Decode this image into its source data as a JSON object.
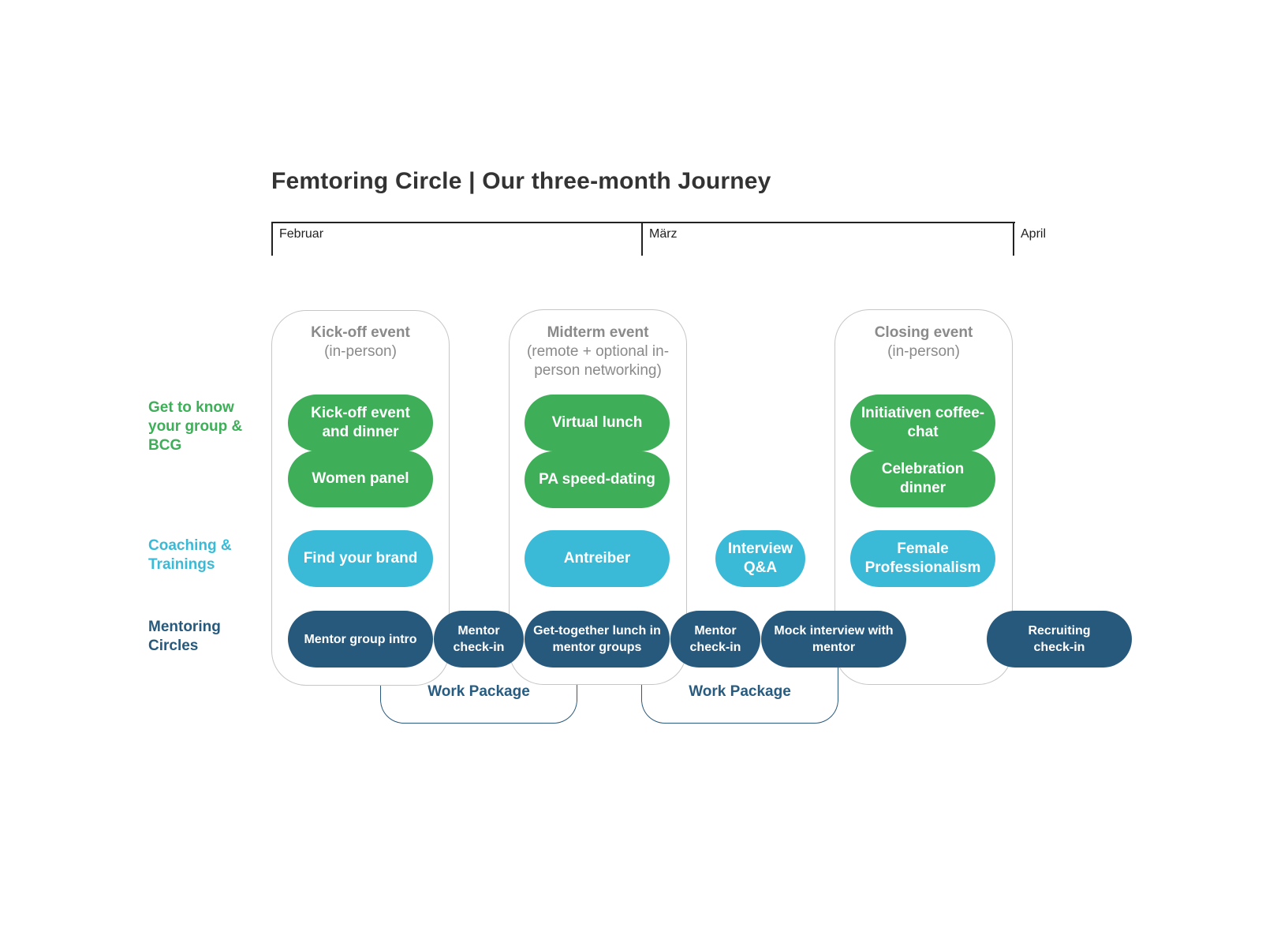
{
  "title": "Femtoring Circle | Our three-month Journey",
  "timeline": {
    "months": [
      "Februar",
      "März",
      "April"
    ]
  },
  "categories": {
    "get_to_know": "Get to know your group & BCG",
    "coaching": "Coaching & Trainings",
    "mentoring": "Mentoring Circles"
  },
  "events": {
    "kickoff": {
      "title": "Kick-off event",
      "subtitle": "(in-person)"
    },
    "midterm": {
      "title": "Midterm event",
      "subtitle": "(remote + optional in-person networking)"
    },
    "closing": {
      "title": "Closing event",
      "subtitle": "(in-person)"
    }
  },
  "work_packages": [
    "Work Package",
    "Work Package"
  ],
  "activities": {
    "kickoff_dinner": "Kick-off event and dinner",
    "women_panel": "Women panel",
    "virtual_lunch": "Virtual lunch",
    "pa_speed_dating": "PA speed-dating",
    "initiativen_coffee": "Initiativen coffee-chat",
    "celebration_dinner": "Celebration dinner",
    "find_your_brand": "Find your brand",
    "antreiber": "Antreiber",
    "interview_qa": "Interview Q&A",
    "female_professionalism": "Female Professionalism",
    "mentor_group_intro": "Mentor group intro",
    "mentor_checkin_1": "Mentor check-in",
    "get_together_lunch": "Get-together lunch in mentor groups",
    "mentor_checkin_2": "Mentor check-in",
    "mock_interview": "Mock interview with mentor",
    "recruiting_checkin": "Recruiting check-in"
  },
  "colors": {
    "green": "#3eae58",
    "cyan": "#3abad7",
    "navy": "#27597c",
    "grey_text": "#8a8a8a",
    "title_text": "#333333"
  }
}
